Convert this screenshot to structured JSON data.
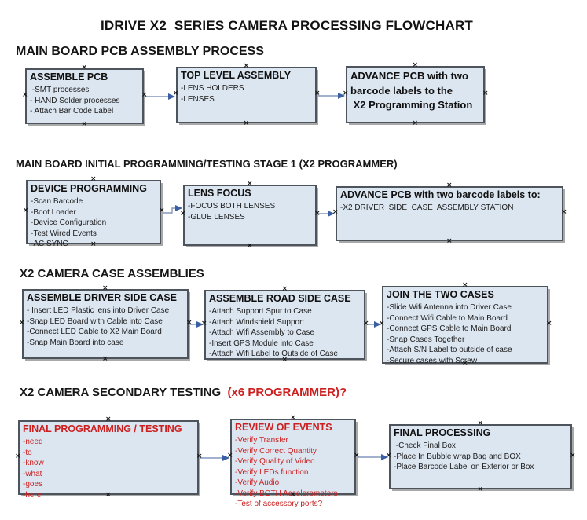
{
  "title": "IDRIVE X2  SERIES CAMERA PROCESSING FLOWCHART",
  "colors": {
    "box_fill": "#dce6f1",
    "box_border": "#4d545c",
    "red_text": "#cc2020",
    "arrow_line": "#8399bd",
    "arrow_head": "#3a5fa2",
    "background": "#ffffff"
  },
  "sections": [
    {
      "heading": "MAIN BOARD PCB ASSEMBLY PROCESS",
      "boxes": [
        {
          "title": "ASSEMBLE PCB",
          "items": [
            " -SMT processes",
            "- HAND Solder processes",
            "- Attach Bar Code Label"
          ]
        },
        {
          "title": "TOP LEVEL ASSEMBLY",
          "items": [
            "-LENS HOLDERS",
            "-LENSES"
          ]
        },
        {
          "title": "ADVANCE PCB with two\nbarcode labels to the\n X2 Programming Station",
          "items": []
        }
      ]
    },
    {
      "heading": "MAIN BOARD INITIAL PROGRAMMING/TESTING STAGE 1 (X2 PROGRAMMER)",
      "boxes": [
        {
          "title": "DEVICE PROGRAMMING",
          "items": [
            "-Scan Barcode",
            "-Boot Loader",
            "-Device Configuration",
            "-Test Wired Events",
            "-AC SYNC"
          ]
        },
        {
          "title": "LENS FOCUS",
          "items": [
            "-FOCUS BOTH LENSES",
            "-GLUE LENSES"
          ]
        },
        {
          "title": "ADVANCE PCB with two barcode labels to:",
          "items": [
            "-X2 DRIVER  SIDE  CASE  ASSEMBLY STATION"
          ]
        }
      ]
    },
    {
      "heading": "X2 CAMERA CASE ASSEMBLIES",
      "boxes": [
        {
          "title": "ASSEMBLE DRIVER SIDE CASE",
          "items": [
            "- Insert LED Plastic lens into Driver Case",
            "-Snap LED Board with Cable into Case",
            "-Connect LED Cable to X2 Main Board",
            "-Snap Main Board into case"
          ]
        },
        {
          "title": "ASSEMBLE ROAD SIDE CASE",
          "items": [
            "-Attach Support Spur to Case",
            "-Attach Windshield Support",
            "-Attach Wifi Assembly to Case",
            "-Insert GPS Module into Case",
            "-Attach Wifi Label to Outside of Case"
          ]
        },
        {
          "title": "JOIN THE TWO CASES",
          "items": [
            "-Slide Wifi Antenna into Driver Case",
            "-Connect Wifi Cable to Main Board",
            "-Connect GPS Cable to Main Board",
            "-Snap Cases Together",
            "-Attach S/N Label to outside of case",
            "-Secure cases with Screw"
          ]
        }
      ]
    },
    {
      "heading": "X2 CAMERA SECONDARY TESTING",
      "heading_red": "  (x6 PROGRAMMER)?",
      "boxes": [
        {
          "title": "FINAL PROGRAMMING / TESTING",
          "items": [
            "-need",
            "-to",
            "-know",
            "-what",
            "-goes",
            "-here"
          ]
        },
        {
          "title": "REVIEW OF EVENTS",
          "items": [
            "-Verify Transfer",
            "-Verify Correct Quantity",
            "-Verify Quality of Video",
            "-Verify LEDs function",
            "-Verify Audio",
            "-Verify BOTH Accelerometers",
            "-Test of accessory ports?"
          ]
        },
        {
          "title": "FINAL PROCESSING",
          "items": [
            " -Check Final Box",
            "-Place In Bubble wrap Bag and BOX",
            "-Place Barcode Label on Exterior or Box"
          ]
        }
      ]
    }
  ]
}
